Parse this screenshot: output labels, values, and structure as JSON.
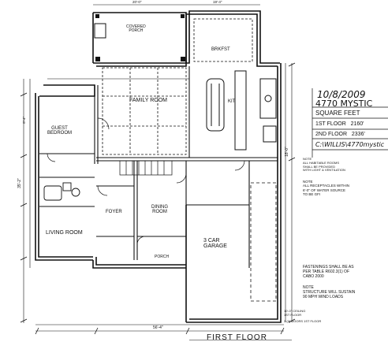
{
  "rooms": {
    "covered_porch_top": "COVERED\nPORCH",
    "brkfst": "BRKFST",
    "family_room": "FAMILY ROOM",
    "kit": "KIT",
    "guest_bedroom": "GUEST\nBEDROOM",
    "foyer": "FOYER",
    "dining_room": "DINING\nROOM",
    "living_room": "LIVING ROOM",
    "porch": "PORCH",
    "garage": "3 CAR\nGARAGE"
  },
  "title_block": {
    "date": "10/8/2009",
    "project": "4770 MYSTIC",
    "sqft_label": "SQUARE FEET",
    "first_floor": "1ST FLOOR   2160'",
    "second_floor": "2ND FLOOR   2336'",
    "file": "C:\\WILLIS\\4770mystic"
  },
  "notes": {
    "n1": "NOTE\nALL HABITABLE ROOMS\nSHALL BE PROVIDED\nWITH LIGHT & VENTILATION",
    "n2": "NOTE\nALL RECEPTACLES WITHIN\n6'-0\" OF WATER SOURCE\nTO BE GFI",
    "n3": "FASTENINGS SHALL BE AS\nPER TABLE R602.3(1) OF\nCABO 2000",
    "n4": "NOTE\nSTRUCTURE WILL SUSTAIN\n90 MPH WIND LOADS",
    "ceiling": "10'-0\" CEILING\n1ST FLOOR",
    "doors": "3 (2) DOORS 1ST FLOOR"
  },
  "dimensions": {
    "overall_bottom": "56'-4\"",
    "left_a": "35'-2\"",
    "left_b": "8'-4\"",
    "right_a": "18'-0\"",
    "top_a": "20'-0\"",
    "top_b": "19'-4\""
  },
  "sheet_title": "FIRST FLOOR"
}
